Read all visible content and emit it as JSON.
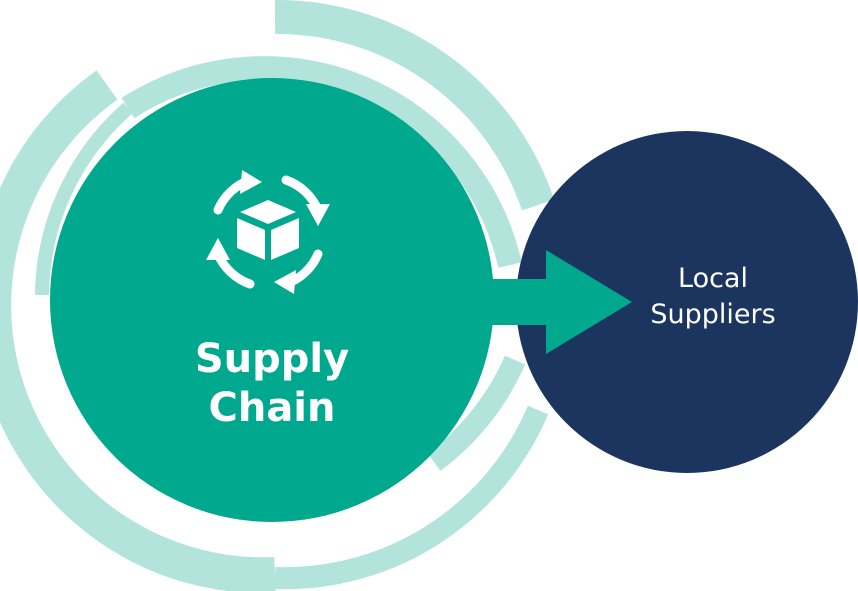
{
  "colors": {
    "primary_teal": "#00a88e",
    "light_teal": "#b2e4dc",
    "navy": "#1b355f",
    "white": "#ffffff"
  },
  "main_node": {
    "icon": "box-cycle-icon",
    "label_line1": "Supply",
    "label_line2": "Chain"
  },
  "connector": {
    "icon": "right-arrow"
  },
  "secondary_node": {
    "label_line1": "Local",
    "label_line2": "Suppliers"
  }
}
